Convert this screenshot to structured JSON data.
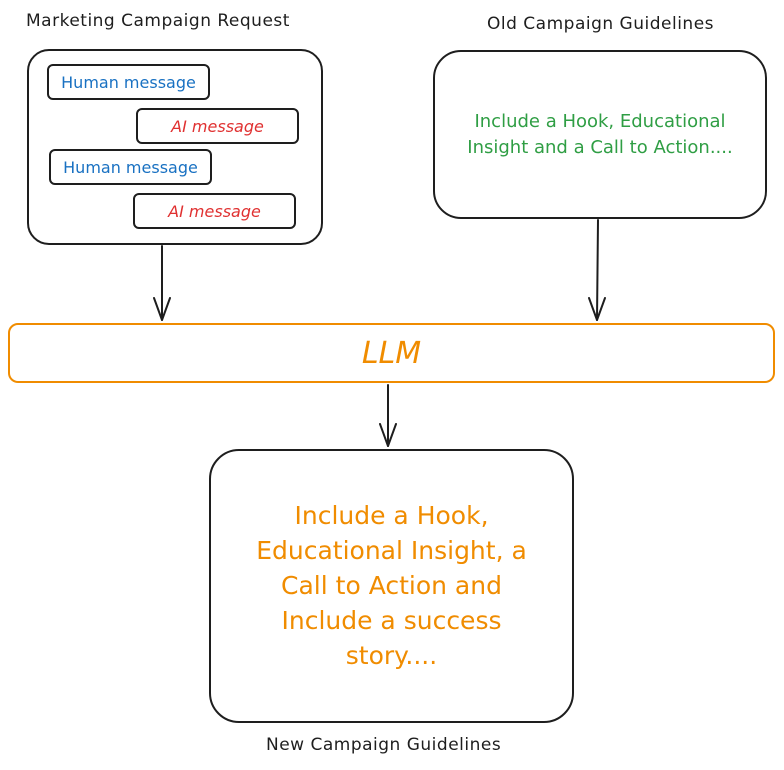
{
  "labels": {
    "marketing_request": "Marketing Campaign Request",
    "old_guidelines": "Old Campaign Guidelines",
    "new_guidelines": "New Campaign Guidelines"
  },
  "messages": [
    {
      "role": "human",
      "text": "Human message"
    },
    {
      "role": "ai",
      "text": "AI message"
    },
    {
      "role": "human",
      "text": "Human message"
    },
    {
      "role": "ai",
      "text": "AI message"
    }
  ],
  "old_guidelines_text": {
    "line1": "Include a Hook, Educational",
    "line2": "Insight and a Call to Action...."
  },
  "llm_label": "LLM",
  "new_guidelines_text": {
    "line1": "Include a Hook,",
    "line2": "Educational Insight, a",
    "line3": "Call to Action and",
    "line4": "Include a success",
    "line5": "story...."
  },
  "colors": {
    "stroke": "#1e1e1e",
    "human": "#1971c2",
    "ai": "#e03131",
    "green": "#2f9e44",
    "orange": "#f08c00"
  }
}
